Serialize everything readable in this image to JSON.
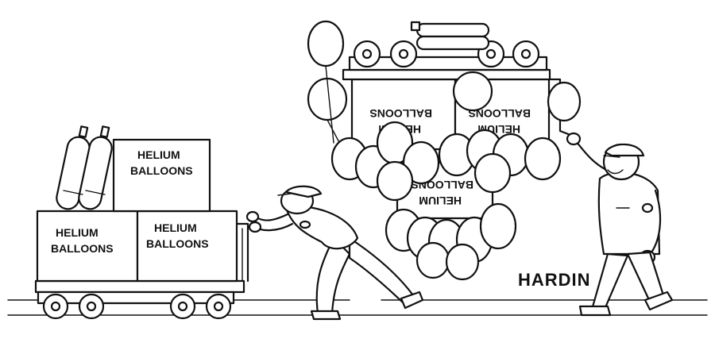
{
  "cartoon": {
    "signature": "HARDIN",
    "crate_labels": {
      "left_top": [
        "HELIUM",
        "BALLOONS"
      ],
      "left_bottom_1": [
        "HELIUM",
        "BALLOONS"
      ],
      "left_bottom_2": [
        "HELIUM",
        "BALLOONS"
      ],
      "right_top_1": [
        "HELIUM",
        "BALLOONS"
      ],
      "right_top_2": [
        "HELIUM",
        "BALLOONS"
      ],
      "right_low": [
        "HELIUM",
        "BALLOONS"
      ]
    },
    "colors": {
      "ink": "#111111",
      "paper": "#ffffff"
    }
  }
}
